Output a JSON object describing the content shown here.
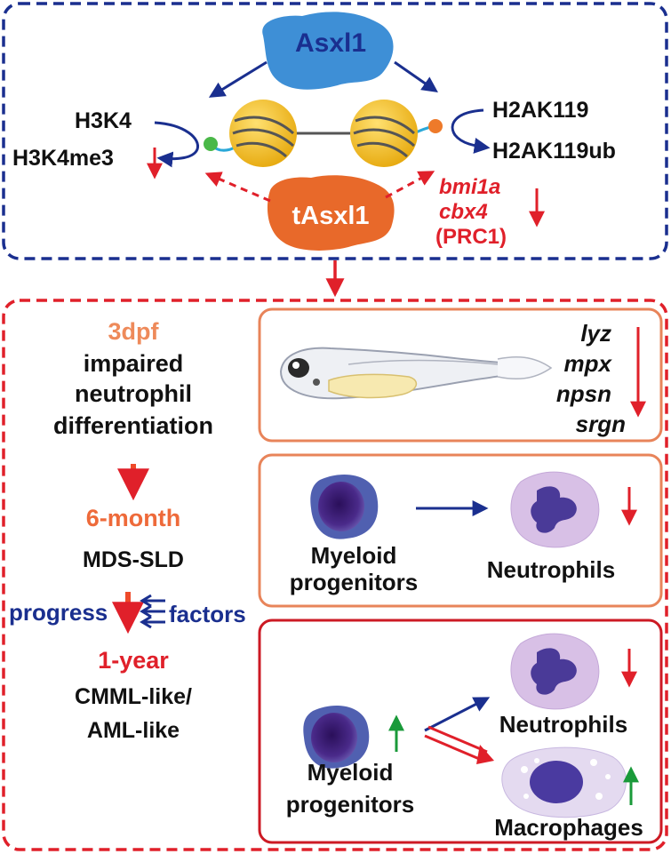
{
  "top": {
    "asxl1": "Asxl1",
    "tasxl1": "tAsxl1",
    "h3k4": "H3K4",
    "h3k4me3": "H3K4me3",
    "h2ak119": "H2AK119",
    "h2ak119ub": "H2AK119ub",
    "bmi1a": "bmi1a",
    "cbx4": "cbx4",
    "prc1": "(PRC1)"
  },
  "timeline": {
    "stage1_time": "3dpf",
    "stage1_desc": [
      "impaired",
      "neutrophil",
      "differentiation"
    ],
    "stage2_time": "6-month",
    "stage2_desc": "MDS-SLD",
    "progress": "progress",
    "factors": "factors",
    "stage3_time": "1-year",
    "stage3_desc": [
      "CMML-like/",
      "AML-like"
    ]
  },
  "panel1": {
    "genes": [
      "lyz",
      "mpx",
      "npsn",
      "srgn"
    ]
  },
  "panel2": {
    "progenitor_label": [
      "Myeloid",
      "progenitors"
    ],
    "neutrophil_label": "Neutrophils"
  },
  "panel3": {
    "progenitor_label": [
      "Myeloid",
      "progenitors"
    ],
    "neutrophil_label": "Neutrophils",
    "macrophage_label": "Macrophages"
  },
  "colors": {
    "navy": "#1a2f8f",
    "red": "#e0202a",
    "orange_text": "#ee8a5a",
    "panel_border": "#e8845a",
    "green": "#1a9a3a",
    "nucleosome": "#f2c01c",
    "asxl1_blue": "#3e8fd6",
    "tasxl1_orange": "#e8692a"
  }
}
